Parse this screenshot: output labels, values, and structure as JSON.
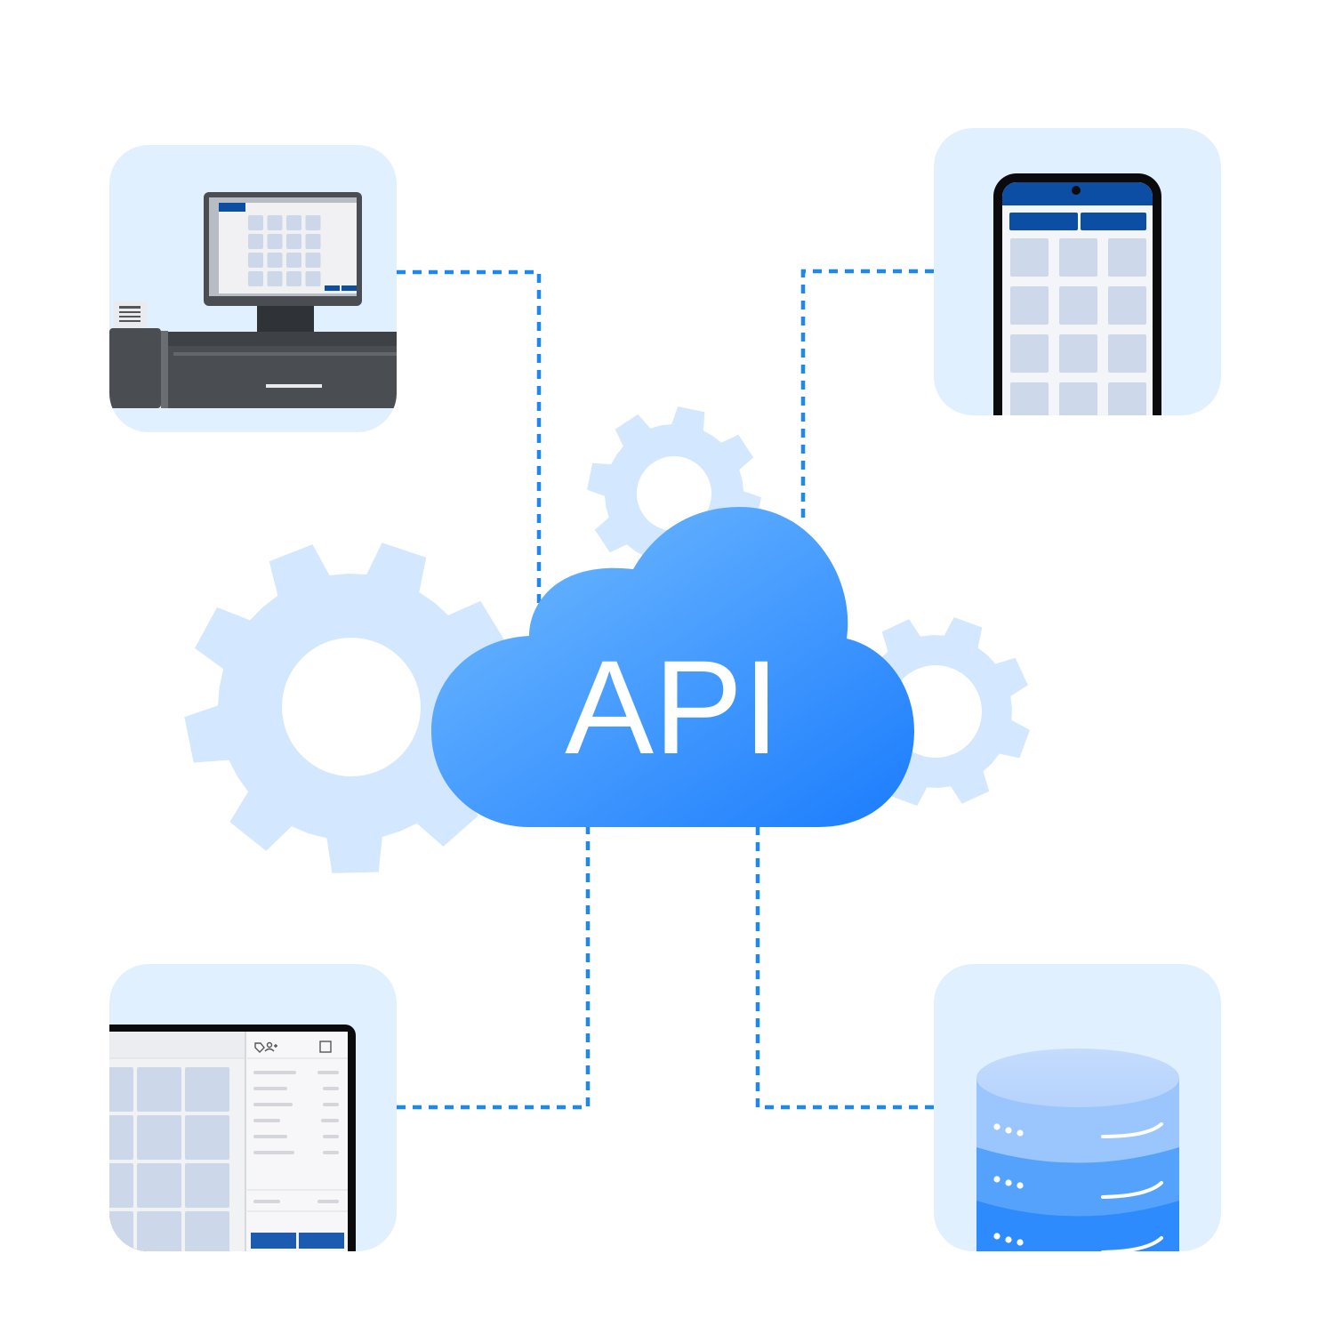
{
  "cloud": {
    "label": "API",
    "gradient_start": "#74bdfe",
    "gradient_end": "#1b7cfd"
  },
  "nodes": [
    {
      "id": "pos-terminal",
      "icon": "pos-terminal-icon"
    },
    {
      "id": "mobile-phone",
      "icon": "mobile-phone-icon"
    },
    {
      "id": "tablet-pos",
      "icon": "tablet-icon"
    },
    {
      "id": "database",
      "icon": "database-icon"
    }
  ],
  "colors": {
    "tile_background": "#e1f0fe",
    "connector": "#1e88f0",
    "gear": "#d3e7fe",
    "navy": "#0b4ea3"
  }
}
